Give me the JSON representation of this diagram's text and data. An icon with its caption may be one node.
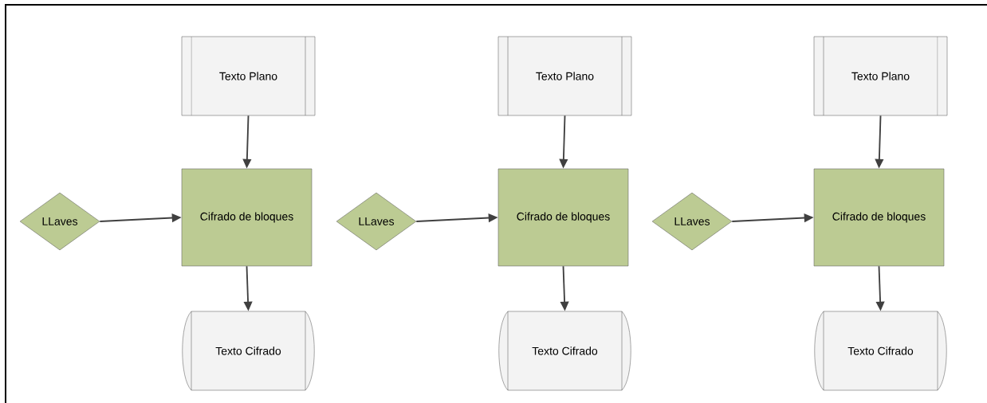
{
  "diagram": {
    "nodes": [
      {
        "text": [
          "Texto Plano"
        ]
      },
      {
        "text": [
          "LLaves"
        ]
      },
      {
        "text": [
          "Cifrado de bloques"
        ]
      },
      {
        "text": [
          "Texto Cifrado"
        ]
      },
      {
        "text": [
          "Texto Plano"
        ]
      },
      {
        "text": [
          "LLaves"
        ]
      },
      {
        "text": [
          "Cifrado de bloques"
        ]
      },
      {
        "text": [
          "Texto Cifrado"
        ]
      },
      {
        "text": [
          "Texto Plano"
        ]
      },
      {
        "text": [
          "LLaves"
        ]
      },
      {
        "text": [
          "Cifrado de bloques"
        ]
      },
      {
        "text": [
          "Texto Cifrado"
        ]
      }
    ],
    "edges": [
      {
        "from": 0,
        "to": 2,
        "arrow": "to"
      },
      {
        "from": 1,
        "to": 2,
        "arrow": "to"
      },
      {
        "from": 2,
        "to": 3,
        "arrow": "to"
      },
      {
        "from": 4,
        "to": 6,
        "arrow": "to"
      },
      {
        "from": 5,
        "to": 6,
        "arrow": "to"
      },
      {
        "from": 6,
        "to": 7,
        "arrow": "to"
      },
      {
        "from": 8,
        "to": 10,
        "arrow": "to"
      },
      {
        "from": 9,
        "to": 10,
        "arrow": "to"
      },
      {
        "from": 10,
        "to": 11,
        "arrow": "to"
      }
    ]
  }
}
